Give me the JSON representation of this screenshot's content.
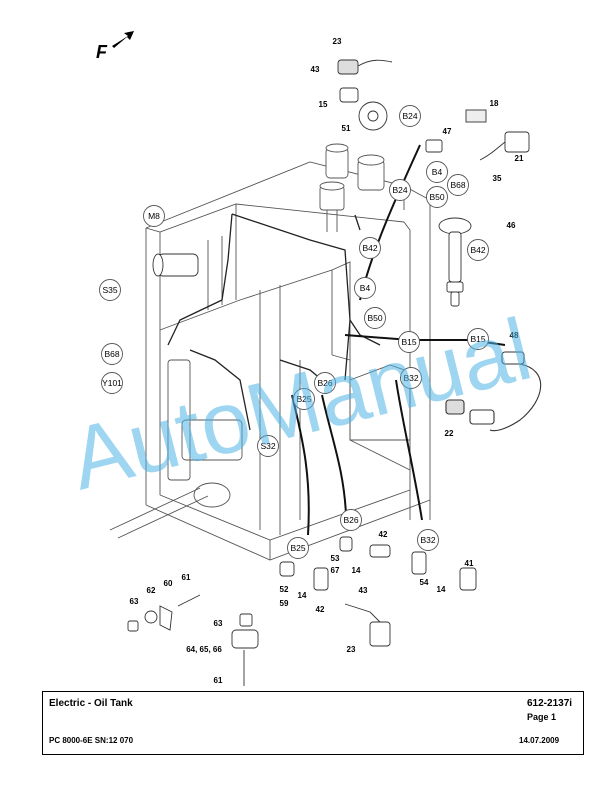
{
  "diagram": {
    "callouts": {
      "m8": "M8",
      "s35": "S35",
      "b68_left": "B68",
      "y101": "Y101",
      "s32_left": "S32",
      "b25_mid": "B25",
      "b26_mid": "B26",
      "b24_top": "B24",
      "b24_mid": "B24",
      "b4_top": "B4",
      "b68_right": "B68",
      "b50_top": "B50",
      "b42_top": "B42",
      "b42_right": "B42",
      "b4_mid": "B4",
      "b50_mid": "B50",
      "b15_mid": "B15",
      "b15_right": "B15",
      "b32_mid": "B32",
      "b26_low": "B26",
      "b25_low": "B25",
      "b32_low": "B32"
    },
    "parts": {
      "p23_top": "23",
      "p43_top": "43",
      "p15": "15",
      "p51": "51",
      "p18": "18",
      "p47": "47",
      "p21": "21",
      "p35": "35",
      "p46": "46",
      "p48": "48",
      "p22": "22",
      "p42_a": "42",
      "p53": "53",
      "p67": "67",
      "p14_a": "14",
      "p52": "52",
      "p59": "59",
      "p14_b": "14",
      "p42_b": "42",
      "p54": "54",
      "p14_c": "14",
      "p41": "41",
      "p43_low": "43",
      "p23_low": "23",
      "p61_top": "61",
      "p60": "60",
      "p62": "62",
      "p63_a": "63",
      "p63_b": "63",
      "p64_65_66": "64, 65, 66",
      "p61_low": "61"
    },
    "direction_label": "F",
    "watermark": "AutoManual"
  },
  "title_block": {
    "title": "Electric - Oil Tank",
    "part_number": "612-2137i",
    "page": "Page 1",
    "model": "PC 8000-6E SN:12 070",
    "date": "14.07.2009"
  }
}
